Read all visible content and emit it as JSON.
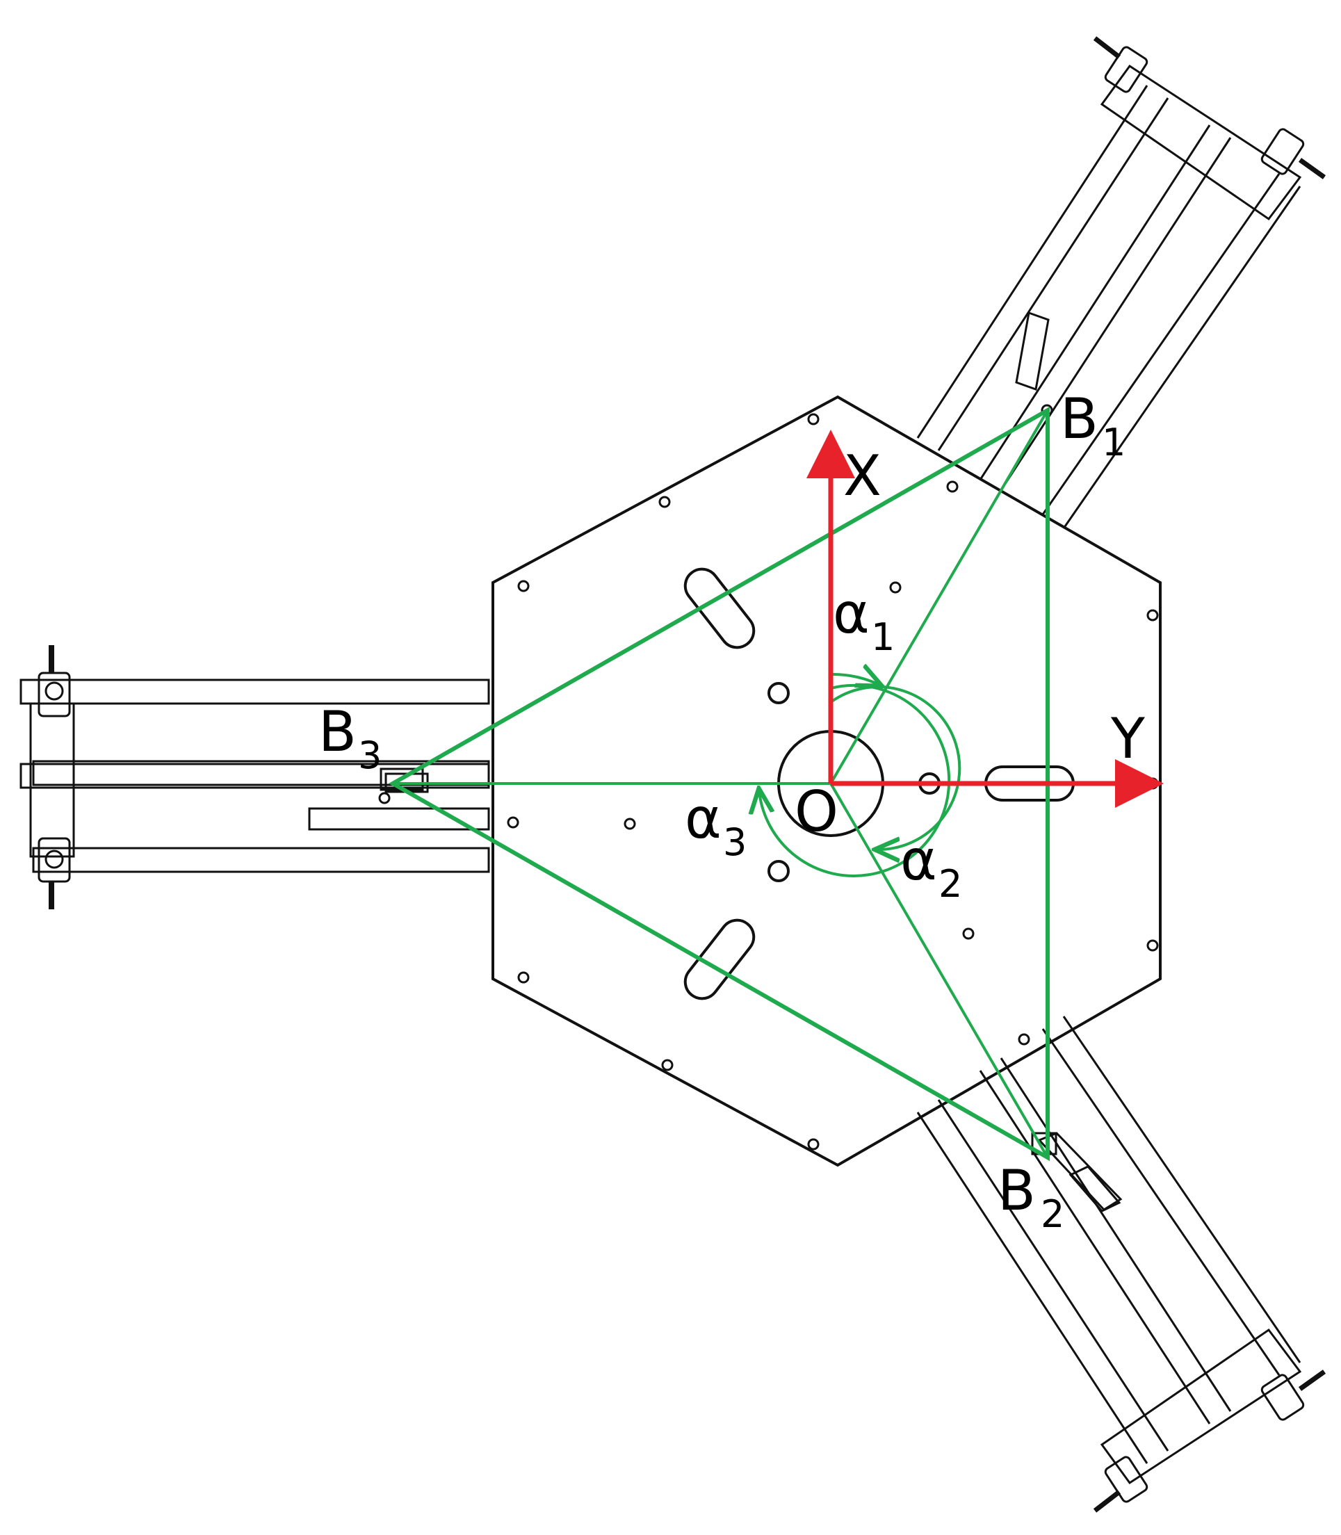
{
  "labels": {
    "x_axis": "X",
    "y_axis": "Y",
    "origin": "O",
    "b1": "B",
    "b1_sub": "1",
    "b2": "B",
    "b2_sub": "2",
    "b3": "B",
    "b3_sub": "3",
    "a1": "α",
    "a1_sub": "1",
    "a2": "α",
    "a2_sub": "2",
    "a3": "α",
    "a3_sub": "3"
  },
  "colors": {
    "axis": "#e8222a",
    "triangle": "#1faa4e",
    "structure": "#111111"
  }
}
